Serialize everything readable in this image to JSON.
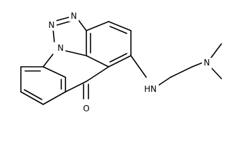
{
  "molecule": {
    "atom_labels": {
      "n_triazole_top_left": "N",
      "n_triazole_top_right": "N",
      "n_ring_fusion": "N",
      "amine_nh": "HN",
      "dimethyl_n": "N",
      "carbonyl_o": "O"
    },
    "colors": {
      "bond": "#000000",
      "label": "#000000",
      "background": "#ffffff"
    }
  }
}
